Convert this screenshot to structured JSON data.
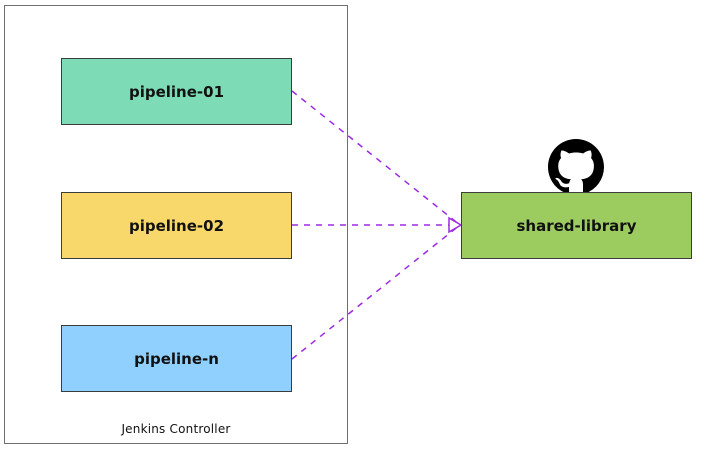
{
  "diagram": {
    "controller": {
      "label": "Jenkins Controller"
    },
    "pipelines": [
      {
        "label": "pipeline-01",
        "color": "#7ddbb6"
      },
      {
        "label": "pipeline-02",
        "color": "#f8d86a"
      },
      {
        "label": "pipeline-n",
        "color": "#8fd0ff"
      }
    ],
    "library": {
      "label": "shared-library",
      "color": "#9ccb5f",
      "icon": "github-icon"
    },
    "connection_color": "#9d2ae0"
  }
}
